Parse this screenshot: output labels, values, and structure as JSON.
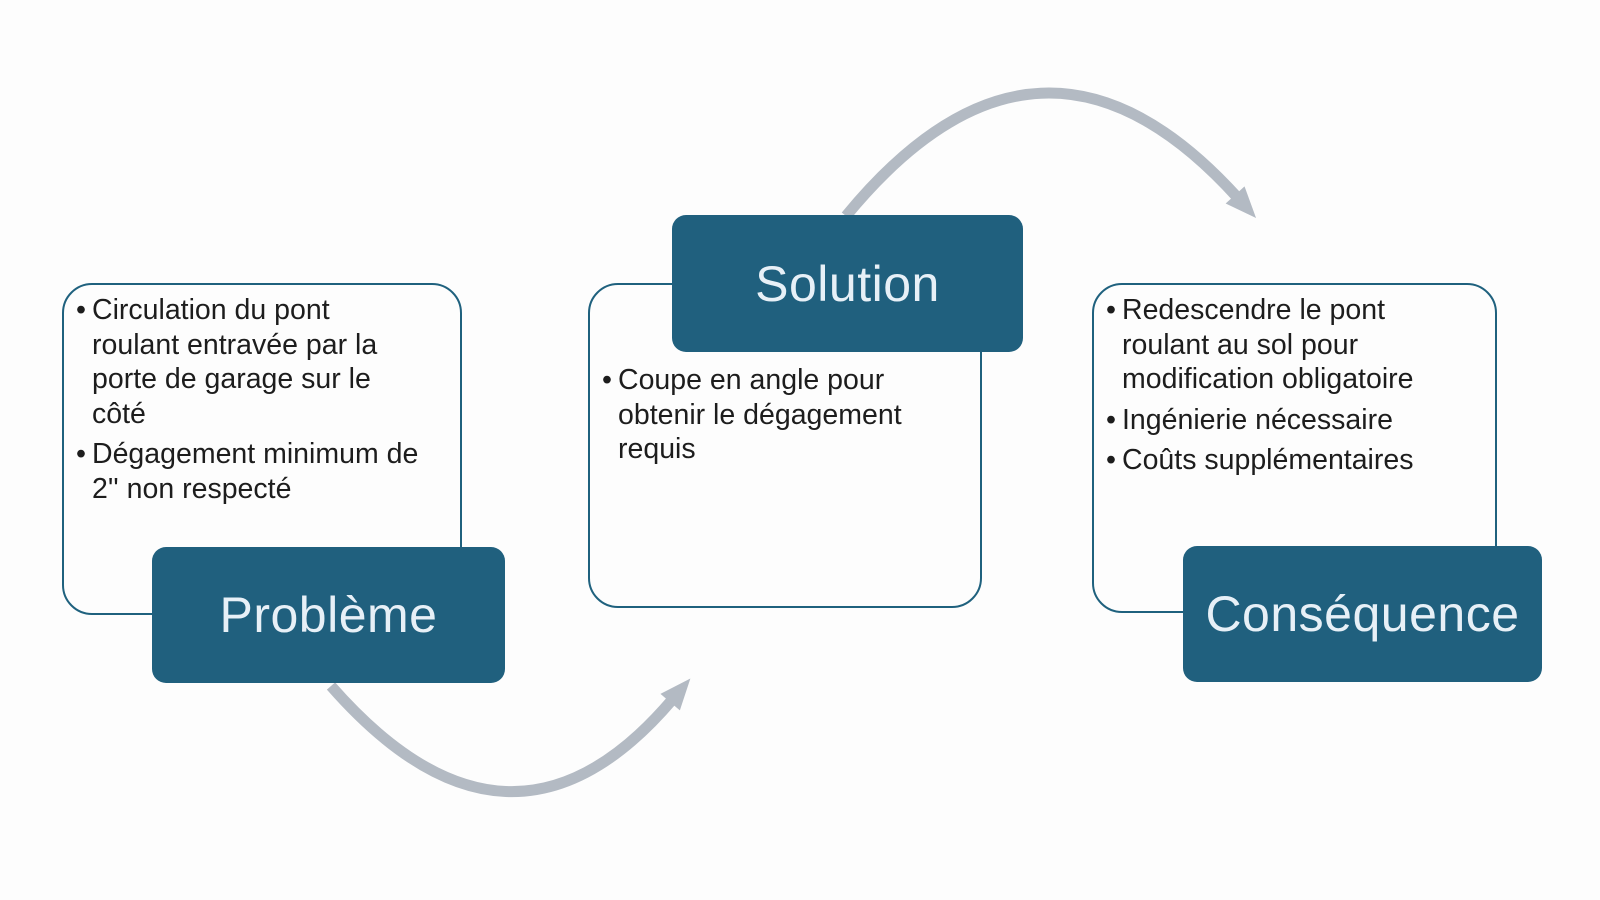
{
  "diagram": {
    "type": "process-flow",
    "colors": {
      "accent": "#20607e",
      "box-border": "#1f617e",
      "arrow": "#b3bac3",
      "title-text": "#e7f0f7",
      "body-text": "#1d1d1d",
      "bg": "#fdfdfd"
    },
    "stages": [
      {
        "id": "problem",
        "title": "Problème",
        "bullets": [
          [
            "Circulation du pont",
            "roulant entravée par la",
            "porte de garage sur le",
            "côté"
          ],
          [
            "Dégagement minimum de",
            "2'' non respecté"
          ]
        ]
      },
      {
        "id": "solution",
        "title": "Solution",
        "bullets": [
          [
            "Coupe en angle pour",
            "obtenir le dégagement",
            "requis"
          ]
        ]
      },
      {
        "id": "consequence",
        "title": "Conséquence",
        "bullets": [
          [
            "Redescendre le pont",
            "roulant au sol pour",
            "modification obligatoire"
          ],
          [
            "Ingénierie nécessaire"
          ],
          [
            "Coûts supplémentaires"
          ]
        ]
      }
    ],
    "arrows": [
      {
        "name": "problem-to-solution",
        "direction": "up-right"
      },
      {
        "name": "solution-to-consequence",
        "direction": "down-right"
      }
    ]
  }
}
